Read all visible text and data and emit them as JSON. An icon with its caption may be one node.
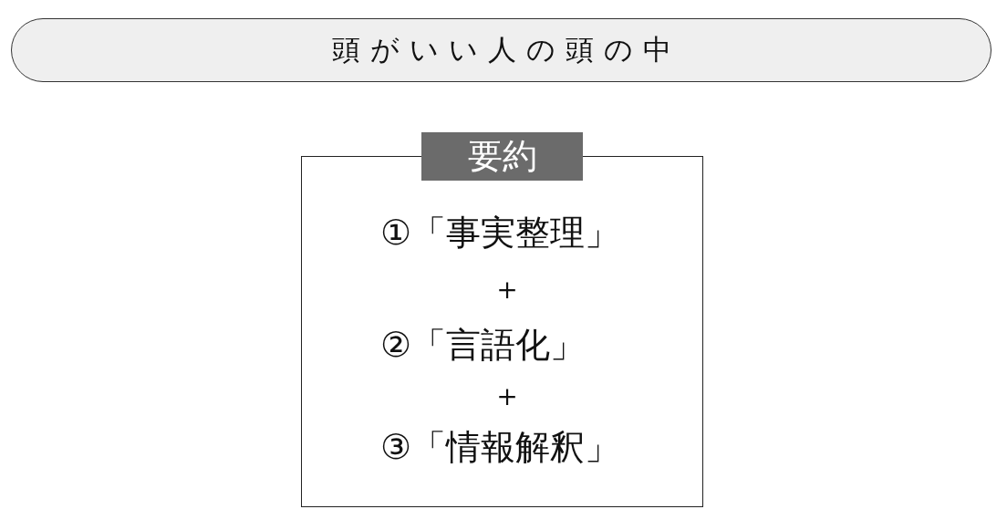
{
  "diagram": {
    "title": "頭がいい人の頭の中",
    "nodes": [
      {
        "text": [
          "要約",
          "①「事実整理」",
          "＋",
          "②「言語化」",
          "＋",
          "③「情報解釈」"
        ]
      }
    ]
  }
}
